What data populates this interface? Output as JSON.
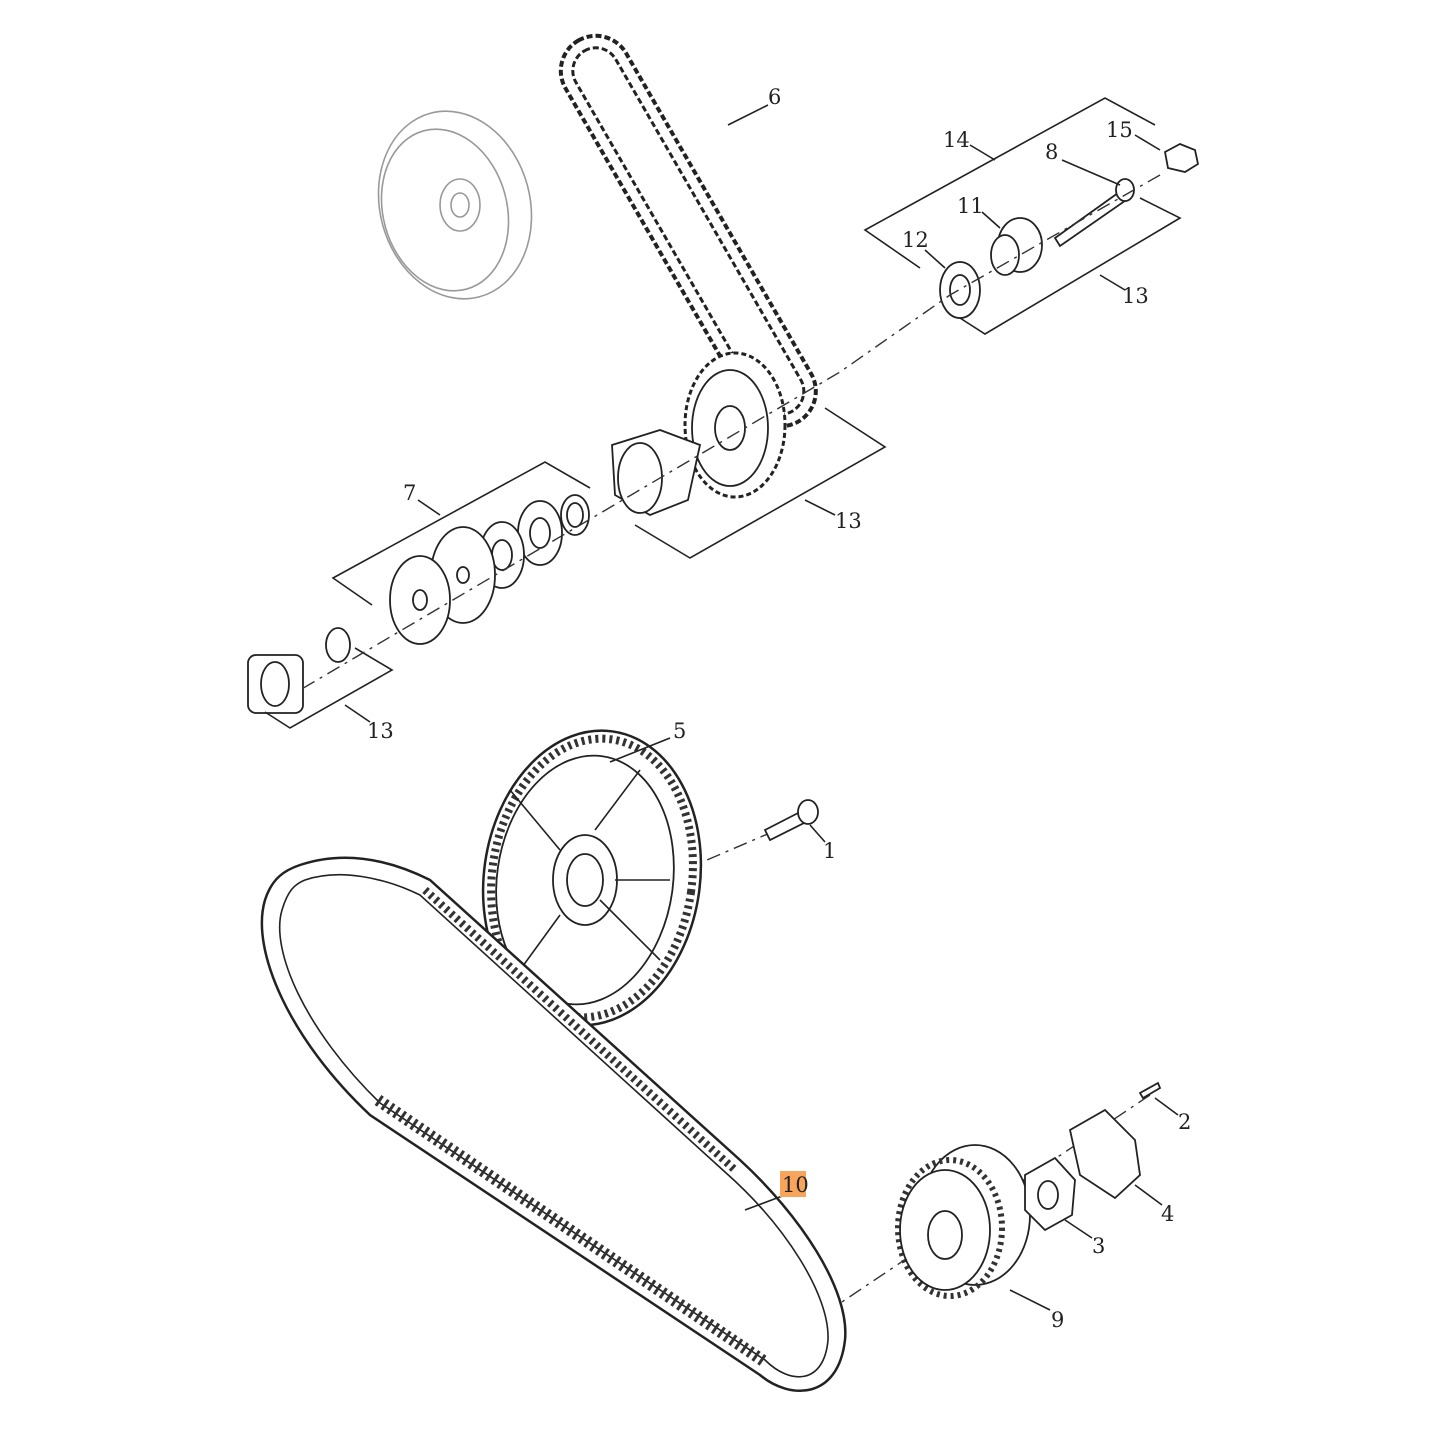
{
  "diagram": {
    "type": "exploded parts diagram",
    "highlight_color": "#f7a45c",
    "callouts": [
      {
        "label": "6"
      },
      {
        "label": "14"
      },
      {
        "label": "15"
      },
      {
        "label": "8"
      },
      {
        "label": "11"
      },
      {
        "label": "12"
      },
      {
        "label": "13"
      },
      {
        "label": "7"
      },
      {
        "label": "13"
      },
      {
        "label": "13"
      },
      {
        "label": "5"
      },
      {
        "label": "1"
      },
      {
        "label": "2"
      },
      {
        "label": "4"
      },
      {
        "label": "10",
        "highlighted": true
      },
      {
        "label": "3"
      },
      {
        "label": "9"
      }
    ]
  }
}
